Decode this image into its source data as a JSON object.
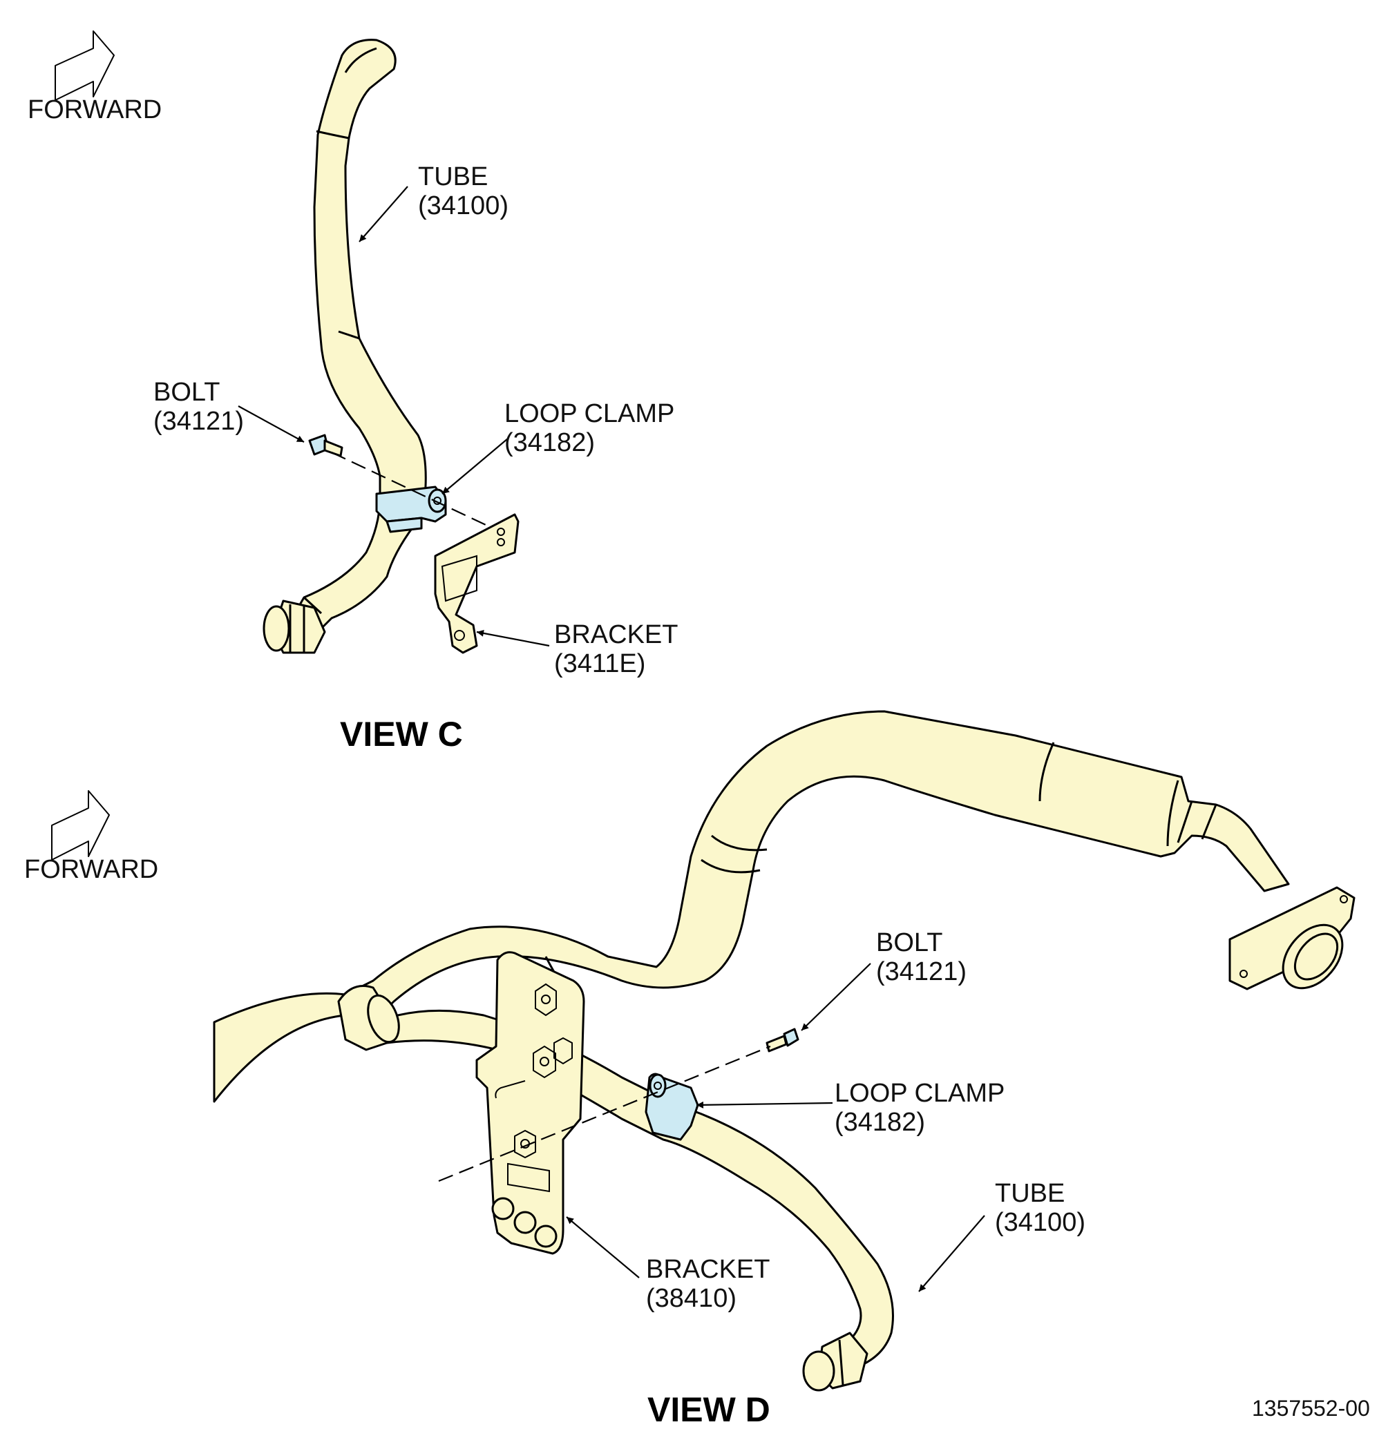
{
  "view_c": {
    "title": "VIEW C",
    "forward": "FORWARD",
    "labels": {
      "tube_name": "TUBE",
      "tube_num": "(34100)",
      "bolt_name": "BOLT",
      "bolt_num": "(34121)",
      "clamp_name": "LOOP CLAMP",
      "clamp_num": "(34182)",
      "bracket_name": "BRACKET",
      "bracket_num": "(3411E)"
    }
  },
  "view_d": {
    "title": "VIEW D",
    "forward": "FORWARD",
    "labels": {
      "bolt_name": "BOLT",
      "bolt_num": "(34121)",
      "clamp_name": "LOOP CLAMP",
      "clamp_num": "(34182)",
      "tube_name": "TUBE",
      "tube_num": "(34100)",
      "bracket_name": "BRACKET",
      "bracket_num": "(38410)"
    }
  },
  "figure_number": "1357552-00",
  "colors": {
    "tube": "#fbf7cc",
    "clamp": "#cdeaf3",
    "outline": "#000000"
  }
}
